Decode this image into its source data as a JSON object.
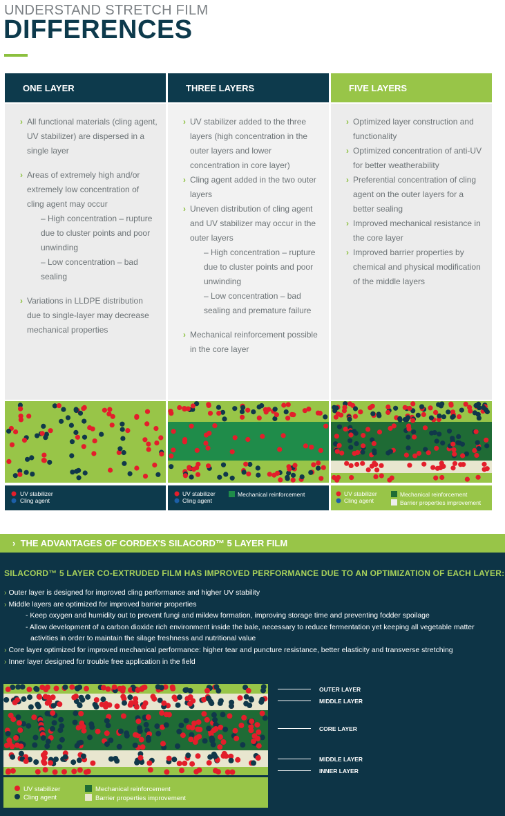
{
  "header": {
    "supertitle": "UNDERSTAND STRETCH FILM",
    "title": "DIFFERENCES"
  },
  "colors": {
    "navy": "#0d3a4c",
    "green": "#98c548",
    "dark_green": "#1f8c4a",
    "red": "#e31e2b",
    "dark_dot": "#10384a",
    "cream": "#e8e6cf"
  },
  "columns": [
    {
      "title": "ONE LAYER",
      "items": [
        {
          "type": "bullet",
          "text": "All functional materials (cling agent, UV stabilizer) are dispersed in a single layer"
        },
        {
          "type": "gap"
        },
        {
          "type": "bullet",
          "text": "Areas of extremely high and/or extremely low concentration of cling agent may occur"
        },
        {
          "type": "sub",
          "text": "– High concentration – rupture due to cluster points and poor unwinding"
        },
        {
          "type": "sub",
          "text": "– Low concentration – bad sealing"
        },
        {
          "type": "gap"
        },
        {
          "type": "bullet",
          "text": "Variations in LLDPE distribution due to single-layer may decrease mechanical properties"
        }
      ],
      "legend": [
        "UV stabilizer",
        "Cling agent"
      ]
    },
    {
      "title": "THREE LAYERS",
      "items": [
        {
          "type": "bullet",
          "text": "UV stabilizer added to the three layers (high concentration in the outer layers and lower concentration in core layer)"
        },
        {
          "type": "bullet",
          "text": "Cling agent added in the two outer layers"
        },
        {
          "type": "bullet",
          "text": "Uneven distribution of cling agent and UV stabilizer may occur in the outer layers"
        },
        {
          "type": "sub",
          "text": "– High concentration – rupture due to cluster points and poor unwinding"
        },
        {
          "type": "sub",
          "text": "– Low concentration – bad sealing and premature failure"
        },
        {
          "type": "gap"
        },
        {
          "type": "bullet",
          "text": "Mechanical reinforcement possible in the core layer"
        }
      ],
      "legend": [
        "UV stabilizer",
        "Cling agent",
        "Mechanical reinforcement"
      ]
    },
    {
      "title": "FIVE LAYERS",
      "items": [
        {
          "type": "bullet",
          "text": "Optimized layer construction and functionality"
        },
        {
          "type": "bullet",
          "text": "Optimized concentration of anti-UV for better weatherability"
        },
        {
          "type": "bullet",
          "text": "Preferential concentration of cling agent on the outer layers for a better sealing"
        },
        {
          "type": "bullet",
          "text": "Improved mechanical resistance in the core layer"
        },
        {
          "type": "bullet",
          "text": "Improved barrier properties by chemical and physical modification of the middle layers"
        }
      ],
      "legend": [
        "UV stabilizer",
        "Cling agent",
        "Mechanical reinforcement",
        "Barrier properties improvement"
      ]
    }
  ],
  "advantages": {
    "bar_title": "THE ADVANTAGES OF CORDEX'S SILACORD™ 5 LAYER FILM",
    "heading": "SILACORD™ 5 LAYER CO-EXTRUDED FILM HAS IMPROVED PERFORMANCE DUE TO AN OPTIMIZATION OF EACH LAYER:",
    "lines": [
      "Outer layer is designed for improved cling performance and higher UV stability",
      "Middle layers are optimized for improved barrier properties",
      "- Keep oxygen and humidity out to prevent fungi and mildew formation, improving storage time and preventing fodder spoilage",
      "- Allow development of a carbon dioxide rich environment inside the bale, necessary to reduce fermentation yet keeping all vegetable matter",
      "activities in order to maintain the silage freshness and nutritional value",
      "Core layer optimized for improved mechanical performance: higher tear and puncture resistance, better elasticity and transverse stretching",
      "Inner layer designed for trouble free application in the field"
    ],
    "layer_labels": [
      "OUTER LAYER",
      "MIDDLE LAYER",
      "CORE LAYER",
      "MIDDLE LAYER",
      "INNER LAYER"
    ],
    "legend": [
      "UV stabilizer",
      "Cling agent",
      "Mechanical reinforcement",
      "Barrier properties improvement"
    ]
  }
}
